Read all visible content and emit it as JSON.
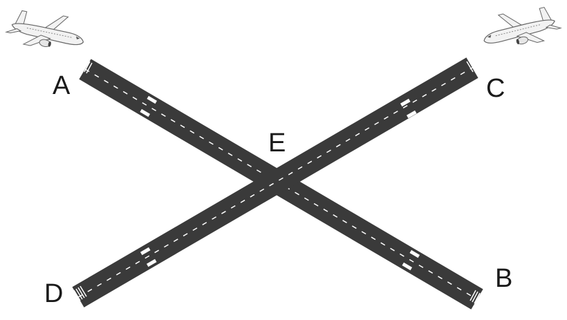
{
  "labels": {
    "a": "A",
    "b": "B",
    "c": "C",
    "d": "D",
    "e": "E"
  },
  "colors": {
    "background": "#ffffff",
    "runway": "#3a3a3a",
    "marking": "#ffffff",
    "label": "#1a1a1a",
    "aircraft_outline": "#666666",
    "aircraft_fill": "#f2f2f2"
  },
  "icons": {
    "left_aircraft": "airplane-icon",
    "right_aircraft": "airplane-icon"
  }
}
